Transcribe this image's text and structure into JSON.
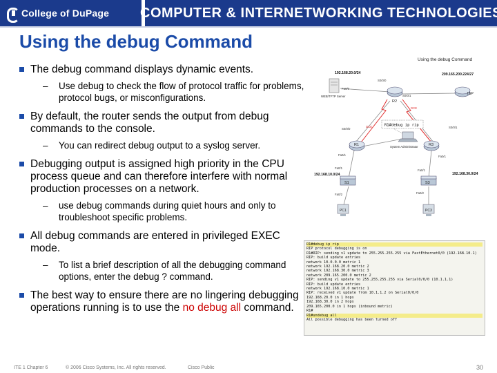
{
  "header": {
    "logo_text": "College of DuPage",
    "banner_text": "COMPUTER & INTERNETWORKING TECHNOLOGIES"
  },
  "slide": {
    "title": "Using the debug Command",
    "bullets": [
      {
        "text": "The debug command displays dynamic events."
      },
      {
        "text": "Use debug to check the flow of protocol traffic for problems, protocol bugs, or misconfigurations."
      },
      {
        "text": "By default, the router sends the output from debug commands to the console."
      },
      {
        "text": "You can redirect debug output to a syslog server."
      },
      {
        "text": "Debugging output is assigned high priority in the CPU process queue and can therefore interfere with normal production processes on a network."
      },
      {
        "text": "use debug commands during quiet hours and only to troubleshoot specific problems."
      },
      {
        "text": "All debug commands are entered in privileged EXEC mode."
      },
      {
        "text": "To list a brief description of all the debugging command options, enter the debug ? command."
      },
      {
        "text_before": "The best way to ensure there are no lingering debugging operations running is to use the ",
        "text_red": "no debug all",
        "text_after": " command."
      }
    ]
  },
  "diagram": {
    "title": "Using the debug Command",
    "command_bubble": "R1#debug ip rip",
    "devices": {
      "web_server": "WEB/TFTP Server",
      "r2": "R2",
      "isp": "ISP",
      "r1": "R1",
      "r3": "R3",
      "s1": "S1",
      "s3": "S3",
      "pc1": "PC1",
      "pc3": "PC3",
      "sys_admin": "System Administrator"
    },
    "labels": {
      "net_top_left": "192.168.20.0/24",
      "net_top_right": "209.165.200.224/27",
      "net_left": "192.168.10.0/24",
      "net_right": "192.168.30.0/24",
      "r2_s0": "S0/0/0",
      "r2_s1": "S0/0/1",
      "r1_s0": "S0/0/0",
      "r3_s1": "S0/0/1",
      "dce": "DCE",
      "fa0_0": "Fa0/0",
      "fa0_1": "Fa0/1",
      "r1_fa": "Fa0/1",
      "r3_fa": "Fa0/1",
      "s1_fa": "Fa0/1",
      "s3_fa": "Fa0/1",
      "s1_fa2": "Fa0/2",
      "s3_fa2": "Fa0/2"
    }
  },
  "console": {
    "lines": [
      "R1#debug ip rip",
      "RIP protocol debugging is on",
      "R1#RIP: sending v1 update to 255.255.255.255 via FastEthernet0/0 (192.168.10.1)",
      "RIP: build update entries",
      "      network 10.0.0.0 metric 1",
      "      network 192.168.20.0 metric 2",
      "      network 192.168.30.0 metric 3",
      "      network 209.165.200.0 metric 2",
      "RIP: sending v1 update to 255.255.255.255 via Serial0/0/0 (10.1.1.1)",
      "RIP: build update entries",
      "      network 192.168.10.0 metric 1",
      "RIP: received v1 update from 10.1.1.2 on Serial0/0/0",
      "      192.168.20.0 in 1 hops",
      "      192.168.30.0 in 2 hops",
      "      209.165.200.0 in 1 hops (inbound metric)",
      "R1#",
      "R1#undebug all",
      "All possible debugging has been turned off"
    ],
    "highlighted_lines": [
      0,
      16
    ]
  },
  "footer": {
    "course": "ITE 1 Chapter 6",
    "copyright": "© 2006 Cisco Systems, Inc. All rights reserved.",
    "classification": "Cisco Public",
    "page_number": "30"
  }
}
